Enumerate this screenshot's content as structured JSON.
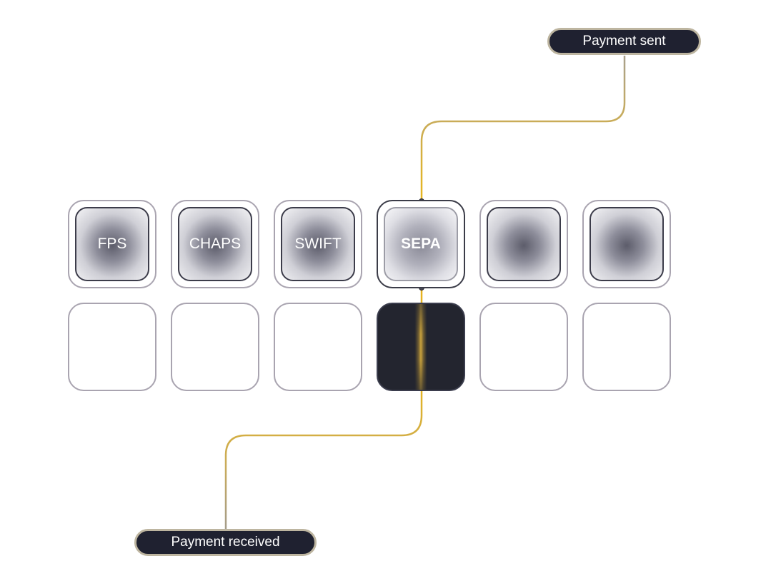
{
  "flow": {
    "start_label": "Payment sent",
    "end_label": "Payment received"
  },
  "rails": [
    {
      "label": "FPS",
      "selected": false
    },
    {
      "label": "CHAPS",
      "selected": false
    },
    {
      "label": "SWIFT",
      "selected": false
    },
    {
      "label": "SEPA",
      "selected": true
    },
    {
      "label": "",
      "selected": false
    },
    {
      "label": "",
      "selected": false
    }
  ],
  "colors": {
    "connector": "#e6b21f",
    "connector_muted": "#b8ad90",
    "pill_background": "#1f2130",
    "tile_border": "#a9a4b0",
    "active_slot": "#23252f"
  }
}
